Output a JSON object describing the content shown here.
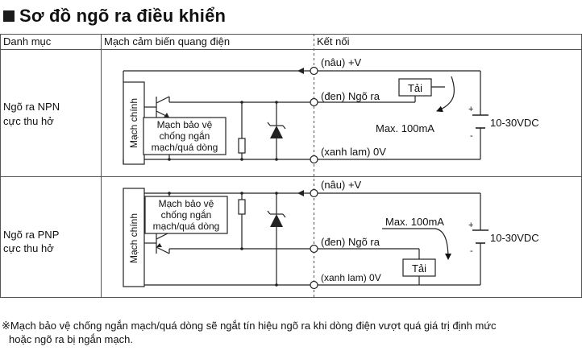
{
  "title": "Sơ đồ ngõ ra điều khiển",
  "table": {
    "headers": [
      "Danh mục",
      "Mạch cảm biến quang điện",
      "Kết nối"
    ],
    "rows": [
      {
        "category": [
          "Ngõ ra NPN",
          "cực thu hở"
        ],
        "main_circuit": "Mạch chính",
        "protection": [
          "Mạch bảo vệ",
          "chống ngắn",
          "mạch/quá dòng"
        ],
        "terminals": {
          "brown": "(nâu) +V",
          "black": "(đen) Ngõ ra",
          "blue": "(xanh lam) 0V"
        },
        "load": "Tải",
        "current": "Max. 100mA",
        "supply": "10-30VDC",
        "plus": "+",
        "minus": "-"
      },
      {
        "category": [
          "Ngõ ra PNP",
          "cực thu hở"
        ],
        "main_circuit": "Mạch chính",
        "protection": [
          "Mạch bảo vệ",
          "chống ngắn",
          "mạch/quá dòng"
        ],
        "terminals": {
          "brown": "(nâu) +V",
          "black": "(đen) Ngõ ra",
          "blue": "(xanh lam) 0V"
        },
        "load": "Tải",
        "current": "Max. 100mA",
        "supply": "10-30VDC",
        "plus": "+",
        "minus": "-"
      }
    ]
  },
  "footnote": {
    "line1": "※Mạch bảo vệ chống ngắn mạch/quá dòng sẽ ngắt tín hiệu ngõ ra khi dòng điện vượt quá giá trị định mức",
    "line2": "hoặc ngõ ra bị ngắn mạch."
  }
}
